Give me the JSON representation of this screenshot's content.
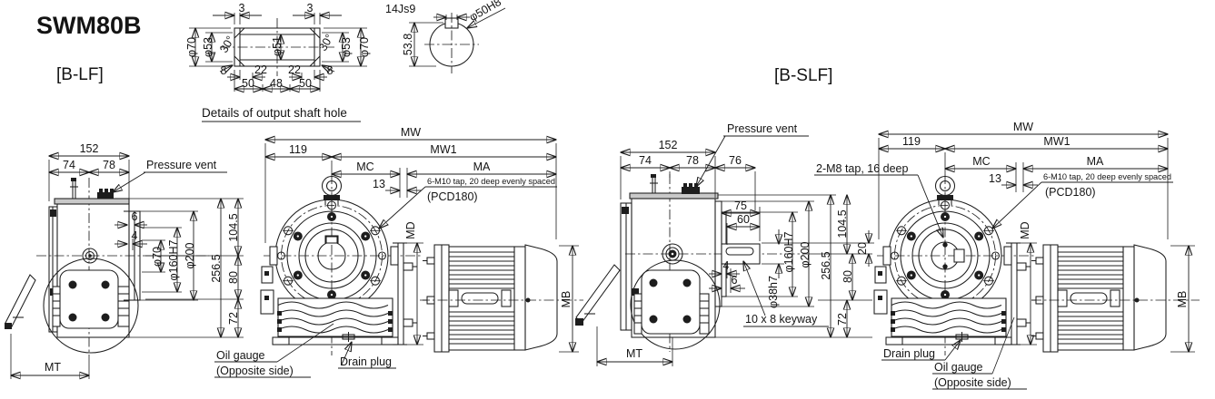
{
  "title": "SWM80B",
  "view_labels": {
    "blf": "[B-LF]",
    "bslf": "[B-SLF]"
  },
  "colors": {
    "line": "#1d1d1d",
    "background": "#ffffff",
    "fill_gray": "#c9c9c9"
  },
  "detail": {
    "caption": "Details of output shaft hole",
    "d3a": "3",
    "d3b": "3",
    "d70a": "φ70",
    "d53a": "φ53",
    "a30a": "30°",
    "d51": "φ51",
    "a30b": "30°",
    "d53b": "φ53",
    "d70b": "φ70",
    "d8a": "8",
    "d22a": "22",
    "d22b": "22",
    "d8b": "8",
    "d50a": "50",
    "d48": "48",
    "d50b": "50"
  },
  "keydetail": {
    "w": "14Js9",
    "bore": "φ50H8",
    "h": "53.8"
  },
  "lf": {
    "d152": "152",
    "d74": "74",
    "d78": "78",
    "vent": "Pressure vent",
    "d6": "6",
    "d4": "4",
    "d70": "φ70",
    "d160": "φ160H7",
    "d200": "φ200",
    "d2565": "256.5",
    "d1045": "104.5",
    "d80": "80",
    "d72": "72",
    "mt": "MT",
    "mw": "MW",
    "d119": "119",
    "mw1": "MW1",
    "mc": "MC",
    "ma": "MA",
    "d13": "13",
    "tap": "6-M10 tap, 20 deep evenly spaced",
    "pcd": "(PCD180)",
    "md": "MD",
    "mb": "MB",
    "oil1": "Oil gauge",
    "oil2": "(Opposite side)",
    "drain": "Drain plug"
  },
  "slf": {
    "vent": "Pressure vent",
    "d152": "152",
    "d74": "74",
    "d78": "78",
    "d76": "76",
    "tap2": "2-M8 tap, 16 deep",
    "mw": "MW",
    "d119": "119",
    "mw1": "MW1",
    "mc": "MC",
    "ma": "MA",
    "d13": "13",
    "tap": "6-M10 tap, 20 deep evenly spaced",
    "pcd": "(PCD180)",
    "d75": "75",
    "d60": "60",
    "d160": "φ160H7",
    "d200": "φ200",
    "d38": "φ38h7",
    "d4": "4",
    "d6": "6",
    "keyway": "10 x 8 keyway",
    "d2565": "256.5",
    "d1045": "104.5",
    "d20": "20",
    "d80": "80",
    "d72": "72",
    "mt": "MT",
    "md": "MD",
    "mb": "MB",
    "drain": "Drain plug",
    "oil1": "Oil gauge",
    "oil2": "(Opposite side)"
  }
}
